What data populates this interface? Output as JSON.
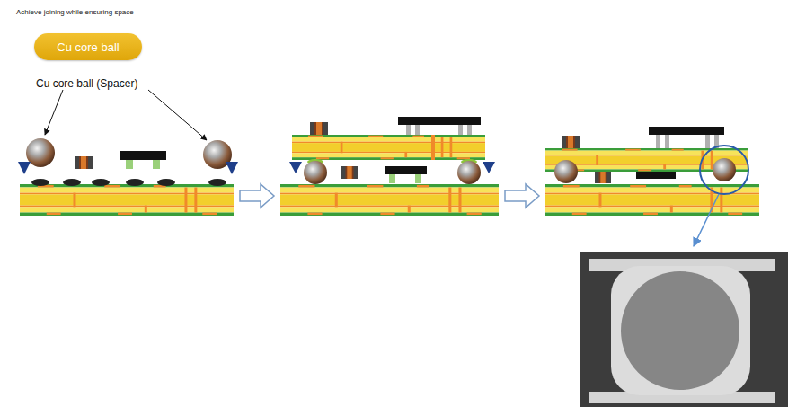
{
  "diagram": {
    "title": "Achieve joining while ensuring space",
    "nodes": [
      {
        "text": [
          "Cu core ball"
        ]
      }
    ],
    "labels": [
      "Cu core ball (Spacer)"
    ]
  }
}
